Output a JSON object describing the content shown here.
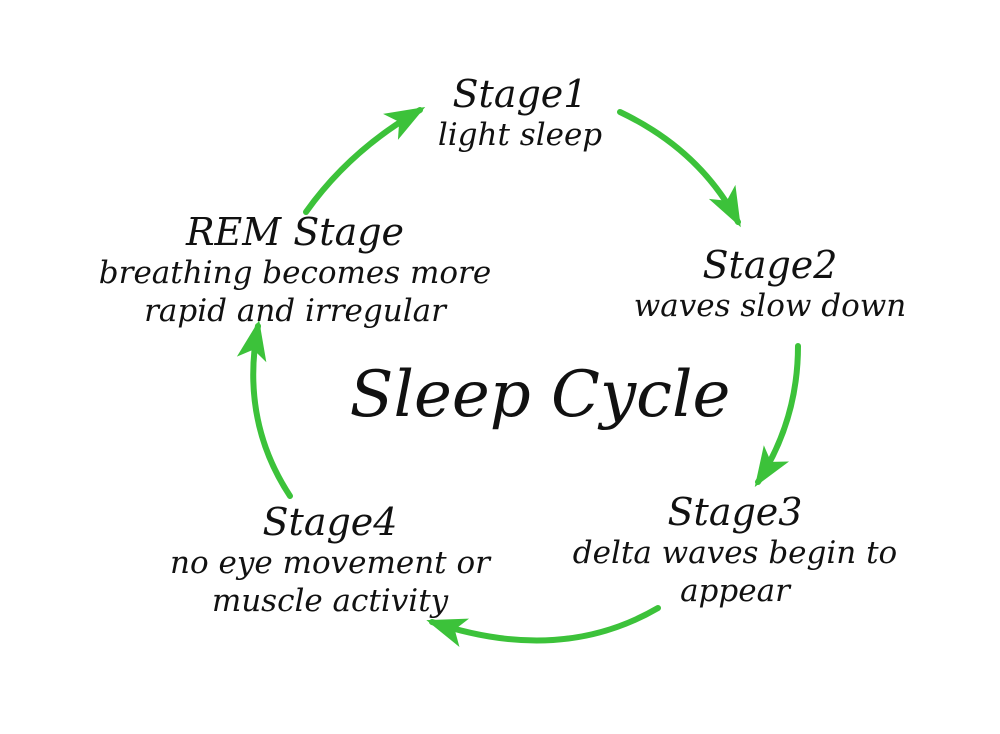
{
  "title": "Sleep Cycle",
  "arrow_color": "#3cc23a",
  "text_color": "#111111",
  "stages": [
    {
      "title": "Stage1",
      "description": [
        "light sleep"
      ]
    },
    {
      "title": "Stage2",
      "description": [
        "waves slow down"
      ]
    },
    {
      "title": "Stage3",
      "description": [
        "delta waves begin to",
        "appear"
      ]
    },
    {
      "title": "Stage4",
      "description": [
        "no eye movement or",
        "muscle activity"
      ]
    },
    {
      "title": "REM Stage",
      "description": [
        "breathing becomes more",
        "rapid and irregular"
      ]
    }
  ]
}
